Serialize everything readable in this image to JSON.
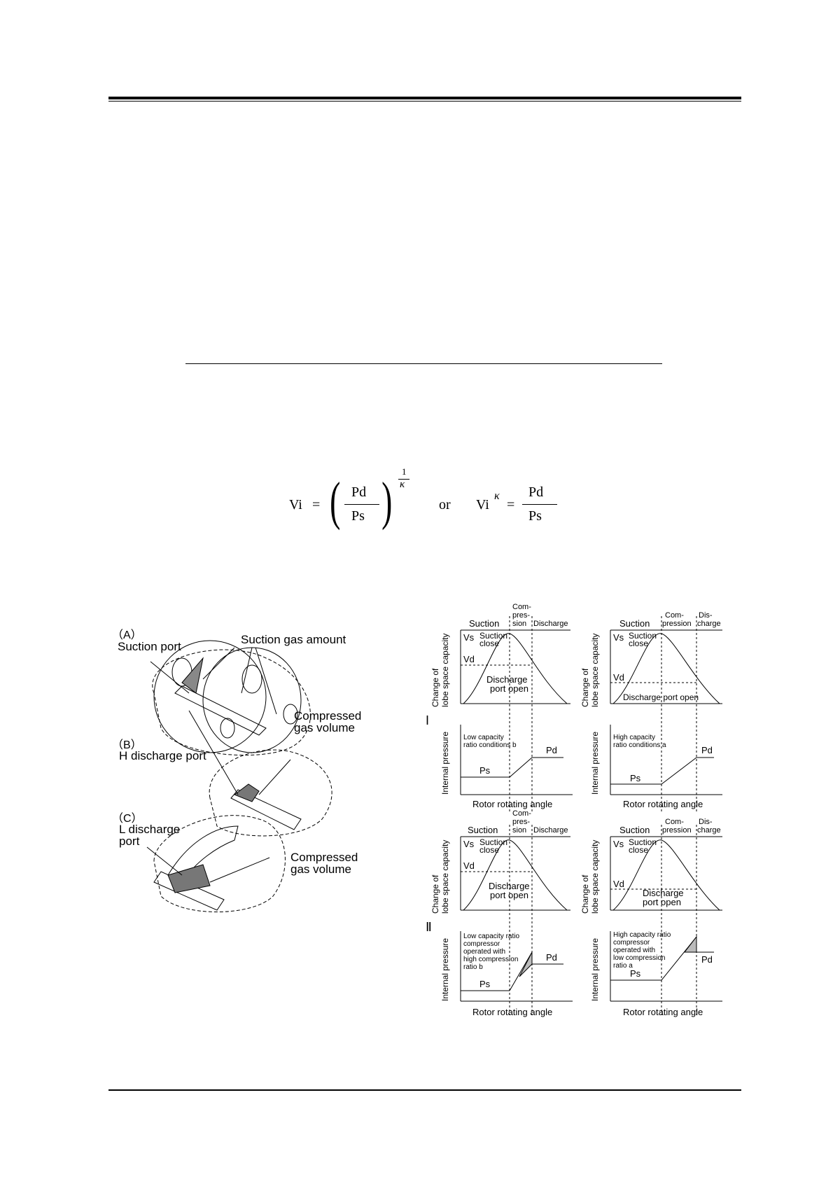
{
  "formula": {
    "lhs": "Vi",
    "eq": "=",
    "num": "Pd",
    "den": "Ps",
    "exp_num": "1",
    "exp_den": "κ",
    "or": "or",
    "lhs2": "Vi",
    "exp2": "κ",
    "eq2": "=",
    "num2": "Pd",
    "den2": "Ps"
  },
  "left_figure": {
    "label_a": "（A）",
    "suction_port": "Suction port",
    "suction_gas_amount": "Suction gas amount",
    "label_b": "（B）",
    "compressed_1": "Compressed",
    "gas_volume_1": "gas volume",
    "h_discharge": "H discharge port",
    "label_c": "（C）",
    "l_discharge_1": "L discharge",
    "l_discharge_2": "port",
    "compressed_2": "Compressed",
    "gas_volume_2": "gas volume"
  },
  "right_figure": {
    "roman_1": "I",
    "roman_2": "Ⅱ",
    "ylabel_cap_1": "Change of",
    "ylabel_cap_2": "lobe space capacity",
    "ylabel_press": "Internal pressure",
    "xlabel": "Rotor rotating angle",
    "suction": "Suction",
    "suction_close_1": "Suction",
    "suction_close_2": "close",
    "vs": "Vs",
    "vd": "Vd",
    "pd": "Pd",
    "ps": "Ps",
    "p1": {
      "comp_1": "Com-",
      "comp_2": "pres-",
      "comp_3": "sion",
      "discharge": "Discharge",
      "dpo_1": "Discharge",
      "dpo_2": "port open",
      "cond_1": "Low capacity",
      "cond_2": "ratio conditions  b"
    },
    "p2": {
      "comp_1": "Com-",
      "comp_2": "pression",
      "dis_1": "Dis-",
      "dis_2": "charge",
      "dpo": "Discharge port open",
      "cond_1": "High capacity",
      "cond_2": "ratio conditions  a"
    },
    "p3": {
      "comp_1": "Com-",
      "comp_2": "pres-",
      "comp_3": "sion",
      "discharge": "Discharge",
      "dpo_1": "Discharge",
      "dpo_2": "port open",
      "cond_1": "Low capacity ratio",
      "cond_2": "compressor",
      "cond_3": "operated with",
      "cond_4": "high compression",
      "cond_5": "ratio    b"
    },
    "p4": {
      "comp_1": "Com-",
      "comp_2": "pression",
      "dis_1": "Dis-",
      "dis_2": "charge",
      "dpo_1": "Discharge",
      "dpo_2": "port open",
      "cond_1": "High capacity ratio",
      "cond_2": "compressor",
      "cond_3": "operated with",
      "cond_4": "low compression",
      "cond_5": "ratio   a"
    }
  }
}
